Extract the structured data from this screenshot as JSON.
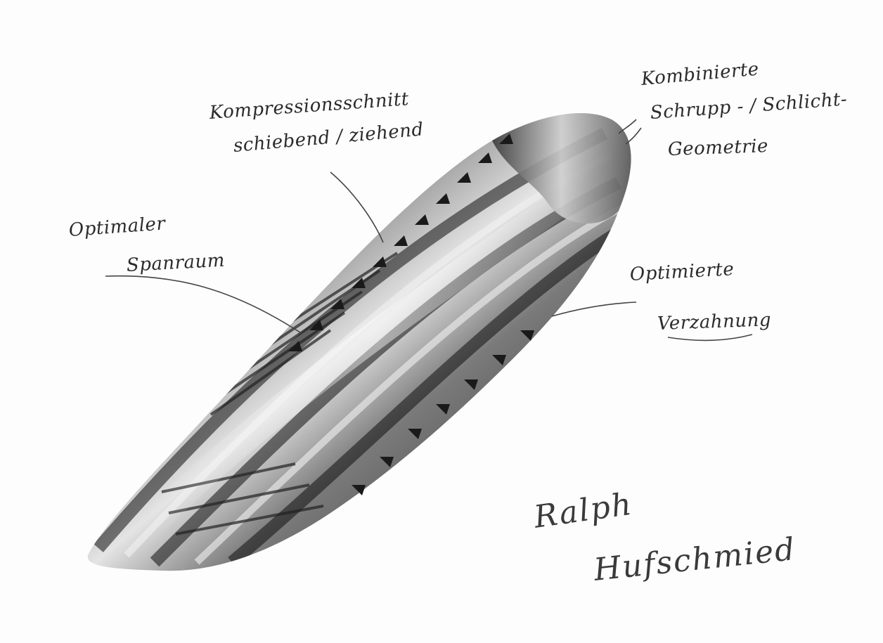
{
  "labels": {
    "kompression": {
      "line1": "Kompressionsschnitt",
      "line2": "schiebend / ziehend"
    },
    "kombinierte": {
      "line1": "Kombinierte",
      "line2": "Schrupp - / Schlicht-",
      "line3": "Geometrie"
    },
    "spanraum": {
      "line1": "Optimaler",
      "line2": "Spanraum"
    },
    "verzahnung": {
      "line1": "Optimierte",
      "line2": "Verzahnung"
    }
  },
  "signature": {
    "line1": "Ralph",
    "line2": "Hufschmied"
  },
  "colors": {
    "ink": "#2b2b2b",
    "steel_dark": "#1b1b1b",
    "steel_mid": "#6f6f6f",
    "steel_light": "#e6e6e6",
    "paper": "#fdfdfd"
  },
  "icons": {
    "tool": "milling-cutter-illustration"
  }
}
